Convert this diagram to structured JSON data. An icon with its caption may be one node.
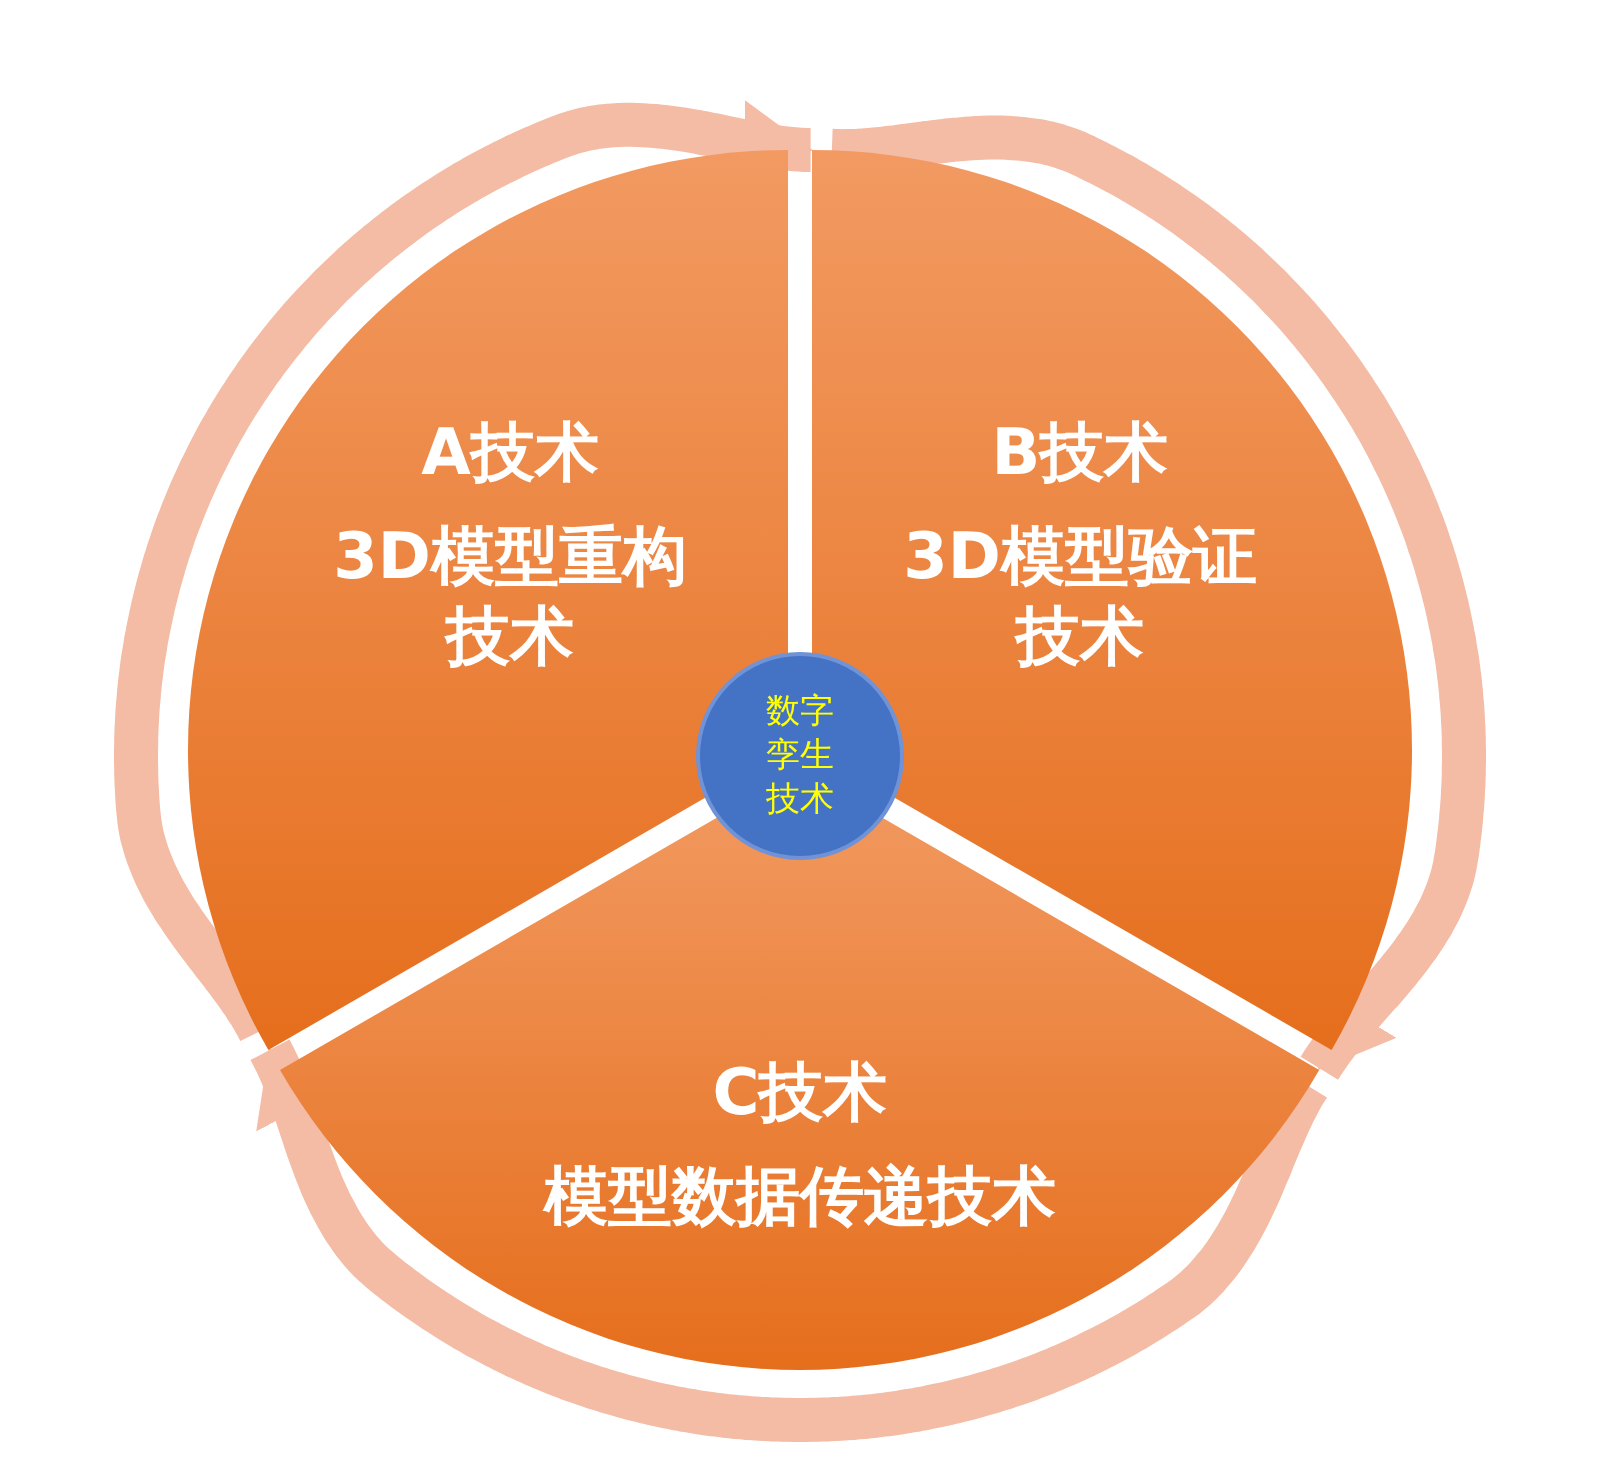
{
  "diagram": {
    "nodes": [
      {
        "text": [
          "A技术",
          "3D模型重构技术"
        ]
      },
      {
        "text": [
          "B技术",
          "3D模型验证技术"
        ]
      },
      {
        "text": [
          "C技术",
          "模型数据传递技术"
        ]
      },
      {
        "text": [
          "数字孪生技术"
        ]
      }
    ],
    "edges": [
      {
        "from": 0,
        "to": 1,
        "arrow": "to"
      },
      {
        "from": 1,
        "to": 2,
        "arrow": "to"
      },
      {
        "from": 2,
        "to": 0,
        "arrow": "to"
      }
    ]
  }
}
